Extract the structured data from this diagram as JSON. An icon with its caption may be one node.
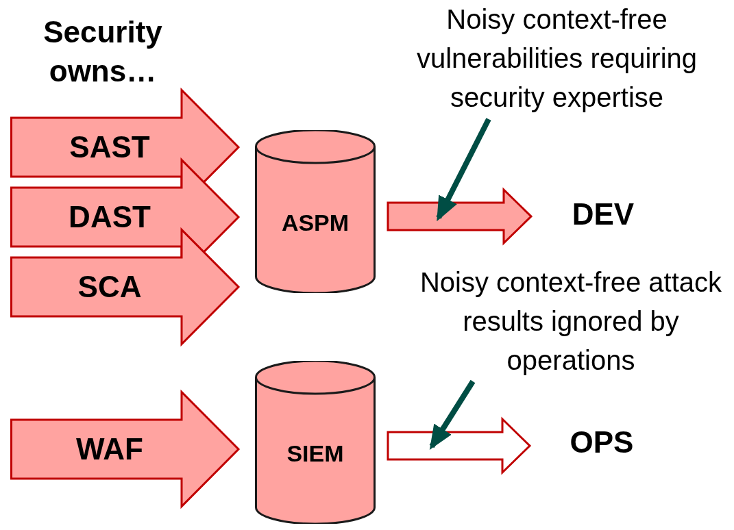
{
  "diagram": {
    "nodes": [
      {
        "text": [
          "ASPM"
        ]
      },
      {
        "text": [
          "DEV"
        ]
      },
      {
        "text": [
          "Noisy context-free vulnerabilities requiring security expertise"
        ]
      },
      {
        "text": [
          "SIEM"
        ]
      },
      {
        "text": [
          "OPS"
        ]
      },
      {
        "text": [
          "Noisy context-free attack results ignored by operations"
        ]
      }
    ],
    "edges": [
      {
        "from": null,
        "to": 0,
        "arrow": "to",
        "label": "SAST",
        "style": "thick",
        "color": "#ffa3a0"
      },
      {
        "from": null,
        "to": 0,
        "arrow": "to",
        "label": "DAST",
        "style": "thick",
        "color": "#ffa3a0"
      },
      {
        "from": null,
        "to": 0,
        "arrow": "to",
        "label": "SCA",
        "style": "thick",
        "color": "#ffa3a0"
      },
      {
        "from": null,
        "to": 3,
        "arrow": "to",
        "label": "WAF",
        "style": "thick",
        "color": "#ffa3a0"
      },
      {
        "from": 0,
        "to": 1,
        "arrow": "to",
        "style": "thick",
        "color": "#ffa3a0"
      },
      {
        "from": 2,
        "to": null,
        "arrow": "to",
        "color": "#004d44"
      },
      {
        "from": 3,
        "to": 4,
        "arrow": "to",
        "style": "thick"
      },
      {
        "from": 5,
        "to": null,
        "arrow": "to",
        "color": "#004d44"
      }
    ],
    "labels": [
      "Security owns…"
    ]
  }
}
